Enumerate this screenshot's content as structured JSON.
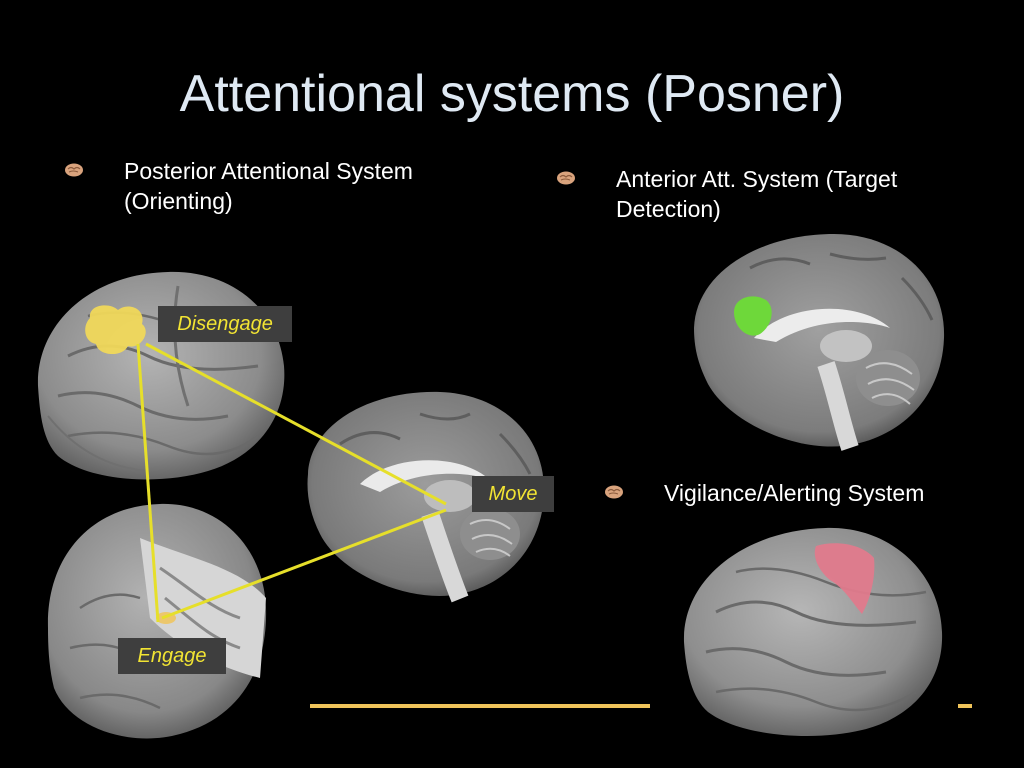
{
  "title": "Attentional systems (Posner)",
  "bullets": {
    "posterior": "Posterior Attentional System (Orienting)",
    "anterior": "Anterior Att. System (Target Detection)",
    "vigilance": "Vigilance/Alerting System"
  },
  "labels": {
    "disengage": "Disengage",
    "move": "Move",
    "engage": "Engage"
  },
  "colors": {
    "background": "#000000",
    "title": "#dfe9f3",
    "label_text": "#f2e433",
    "connector": "#e6df2a",
    "parietal_highlight": "#f0d85a",
    "anterior_cingulate_highlight": "#6ed83a",
    "frontal_highlight": "#e07a8c",
    "rule": "#f0c45a"
  },
  "icons": [
    "brain-bullet-icon"
  ]
}
